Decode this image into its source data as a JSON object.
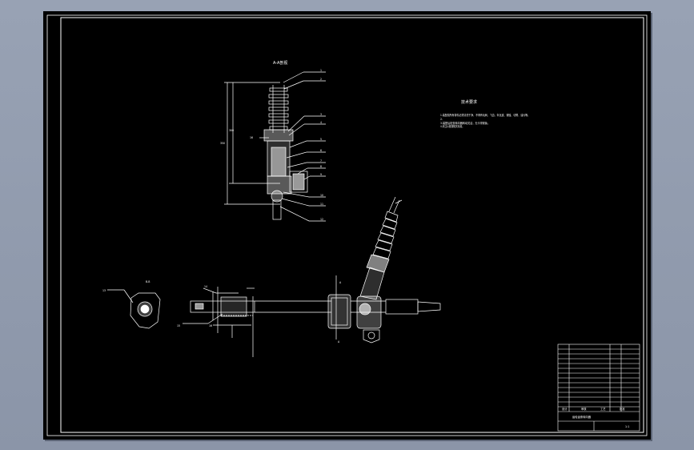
{
  "sheet": {
    "background": "#000000",
    "line_color": "#ffffff",
    "viewport_color": "#929cae"
  },
  "section_view": {
    "title": "A-A剖视",
    "callouts": [
      "1",
      "2",
      "3",
      "4",
      "5",
      "6",
      "7",
      "8",
      "9",
      "10",
      "11",
      "12"
    ]
  },
  "tech_requirements": {
    "title": "技术要求",
    "lines": [
      "1.装配前所有零件必须清洗干净，不得有毛刺、飞边、氧化皮、锈蚀、切屑、油污等。",
      "2.",
      "3.装配后检查转向器转动灵活，无卡滞现象。",
      "4.未注公差按相关标准。"
    ]
  },
  "assembly_view": {
    "callouts": [
      "13",
      "14",
      "15",
      "16"
    ],
    "view_label": "B-B",
    "section_marks": [
      "A",
      "A"
    ]
  },
  "title_block": {
    "drawing_name": "齿轮齿条转向器",
    "sign_fields": [
      "设计",
      "审核",
      "工艺",
      "批准"
    ],
    "scale_label": "1:1"
  }
}
